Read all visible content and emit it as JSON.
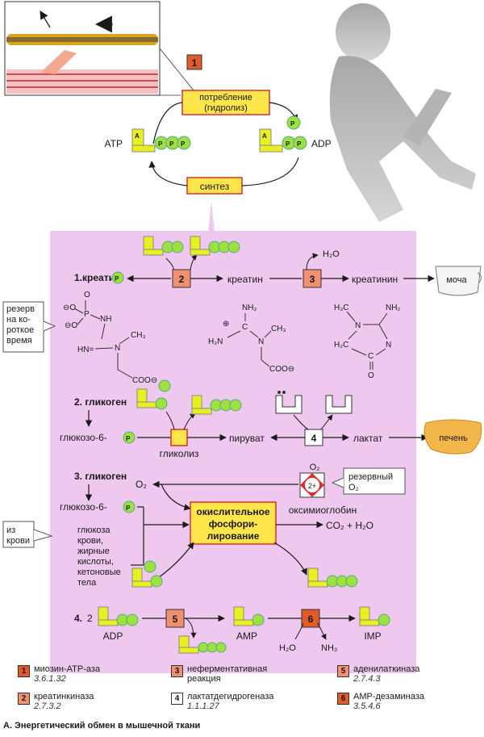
{
  "top": {
    "step1_badge": "1",
    "consumption_label_line1": "потребление",
    "consumption_label_line2": "(гидролиз)",
    "synthesis_label": "синтез",
    "atp_label": "ATP",
    "adp_label": "ADP",
    "phosphate_symbol": "P",
    "adenosine_symbol": "A"
  },
  "section1": {
    "title": "1.креатин",
    "enzyme2": "2",
    "enzyme3": "3",
    "creatine": "креатин",
    "creatinine": "креатинин",
    "urine": "моча",
    "water": "H₂O",
    "reserve_note": [
      "резерв",
      "на ко-",
      "роткое",
      "время"
    ],
    "struct_left": {
      "o1": "⊖O",
      "o2": "O",
      "p": "P",
      "o3": "⊖O",
      "nh": "NH",
      "hn": "HN=",
      "n": "N",
      "ch3": "CH₃",
      "coo": "COO⊖"
    },
    "struct_mid": {
      "nh2a": "NH₂",
      "plus": "⊕",
      "c": "C",
      "h2n": "H₂N",
      "n": "N",
      "ch3": "CH₃",
      "coo": "COO⊖"
    },
    "struct_right": {
      "h3c": "H₃C",
      "nh2": "NH₂",
      "n": "N",
      "h2c": "H₂C",
      "n2": "N",
      "c": "C",
      "o": "O"
    }
  },
  "section2": {
    "title": "2. гликоген",
    "g6p": "глюкозо-6-",
    "glycolysis": "гликолиз",
    "pyruvate": "пируват",
    "lactate": "лактат",
    "liver": "печень",
    "enzyme4": "4"
  },
  "section3": {
    "title": "3. гликоген",
    "o2": "O₂",
    "oxymyoglobin": "оксимиоглобин",
    "reserve_o2": [
      "резервный",
      "O₂"
    ],
    "fe": "2+",
    "g6p": "глюкозо-6-",
    "substrates": [
      "глюкоза",
      "крови,",
      "жирные",
      "кислоты,",
      "кетоновые",
      "тела"
    ],
    "from_blood": [
      "из",
      "крови"
    ],
    "oxphos": [
      "окислительное",
      "фосфори-",
      "лирование"
    ],
    "products": "CO₂ + H₂O"
  },
  "section4": {
    "title": "4.",
    "coef": "2",
    "adp": "ADP",
    "amp": "AMP",
    "imp": "IMP",
    "enzyme5": "5",
    "enzyme6": "6",
    "water": "H₂O",
    "ammonia": "NH₃"
  },
  "legend": [
    {
      "num": "1",
      "name": "миозин-ATP-аза",
      "ec": "3.6.1.32",
      "color": "#e05a2a"
    },
    {
      "num": "2",
      "name": "креатинкиназа",
      "ec": "2.7.3.2",
      "color": "#f09070"
    },
    {
      "num": "3",
      "name": "неферментативная",
      "name2": "реакция",
      "ec": "",
      "color": "#f09070"
    },
    {
      "num": "4",
      "name": "лактатдегидрогеназа",
      "ec": "1.1.1.27",
      "color": "#ffffff"
    },
    {
      "num": "5",
      "name": "аденилаткиназа",
      "ec": "2.7.4.3",
      "color": "#f09070"
    },
    {
      "num": "6",
      "name": "AMP-дезаминаза",
      "ec": "3.5.4.6",
      "color": "#e05a2a"
    }
  ],
  "caption": "А. Энергетический обмен в мышечной ткани",
  "colors": {
    "panel": "#eec8ee",
    "label_box": "#ffe64a",
    "label_border": "#d83030",
    "phosphate": "#9ee040",
    "adenosine": "#e8f020",
    "enzyme_orange": "#f09070",
    "enzyme_red": "#e05a2a",
    "liver": "#f2b64a"
  }
}
